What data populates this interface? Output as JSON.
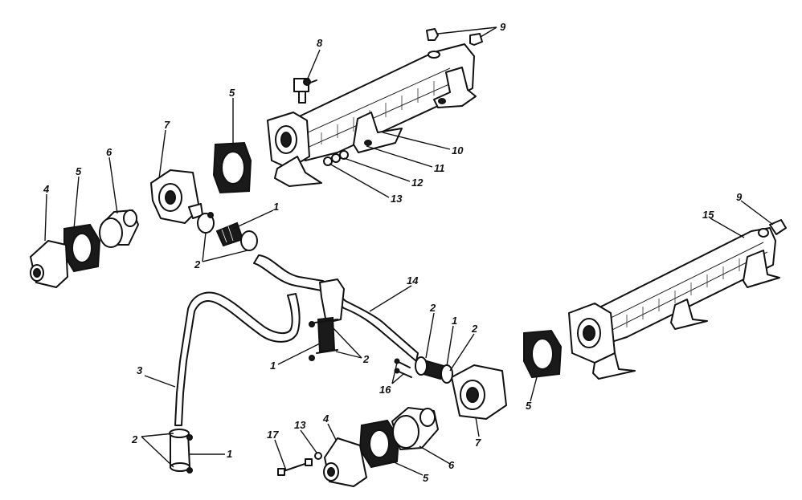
{
  "colors": {
    "ink": "#111111",
    "paper": "#ffffff"
  },
  "callouts": [
    {
      "id": "c1a",
      "text": "1"
    },
    {
      "id": "c1b",
      "text": "1"
    },
    {
      "id": "c1c",
      "text": "1"
    },
    {
      "id": "c1d",
      "text": "1"
    },
    {
      "id": "c2a",
      "text": "2"
    },
    {
      "id": "c2b",
      "text": "2"
    },
    {
      "id": "c2c",
      "text": "2"
    },
    {
      "id": "c2d",
      "text": "2"
    },
    {
      "id": "c2e",
      "text": "2"
    },
    {
      "id": "c3",
      "text": "3"
    },
    {
      "id": "c4a",
      "text": "4"
    },
    {
      "id": "c4b",
      "text": "4"
    },
    {
      "id": "c5a",
      "text": "5"
    },
    {
      "id": "c5b",
      "text": "5"
    },
    {
      "id": "c5c",
      "text": "5"
    },
    {
      "id": "c5d",
      "text": "5"
    },
    {
      "id": "c6a",
      "text": "6"
    },
    {
      "id": "c6b",
      "text": "6"
    },
    {
      "id": "c7a",
      "text": "7"
    },
    {
      "id": "c7b",
      "text": "7"
    },
    {
      "id": "c8",
      "text": "8"
    },
    {
      "id": "c9a",
      "text": "9"
    },
    {
      "id": "c9b",
      "text": "9"
    },
    {
      "id": "c10",
      "text": "10"
    },
    {
      "id": "c11",
      "text": "11"
    },
    {
      "id": "c12",
      "text": "12"
    },
    {
      "id": "c13a",
      "text": "13"
    },
    {
      "id": "c13b",
      "text": "13"
    },
    {
      "id": "c14",
      "text": "14"
    },
    {
      "id": "c15",
      "text": "15"
    },
    {
      "id": "c16",
      "text": "16"
    },
    {
      "id": "c17",
      "text": "17"
    }
  ]
}
